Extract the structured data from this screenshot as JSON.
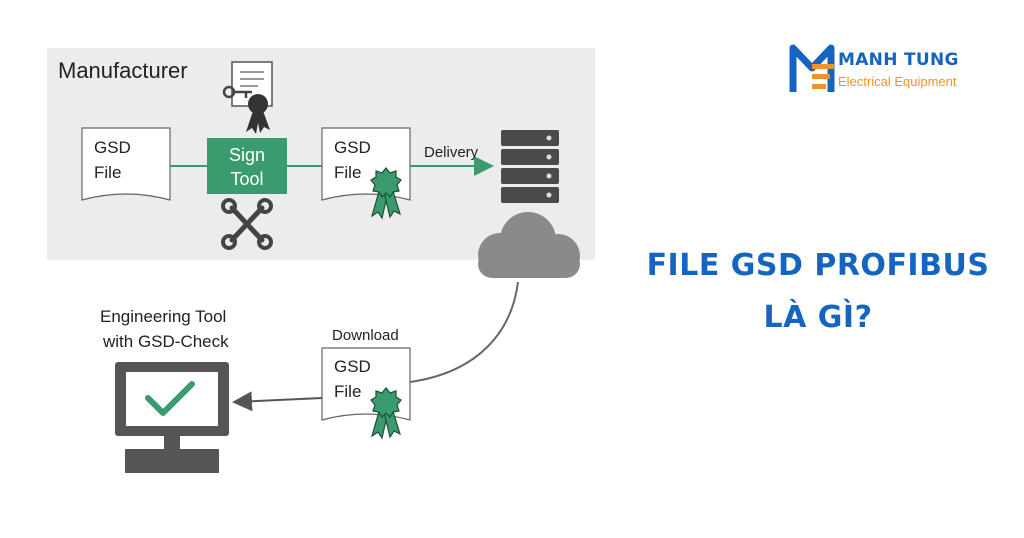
{
  "diagram": {
    "manufacturer_label": "Manufacturer",
    "gsd_source": {
      "line1": "GSD",
      "line2": "File"
    },
    "sign_tool": {
      "line1": "Sign",
      "line2": "Tool"
    },
    "gsd_signed": {
      "line1": "GSD",
      "line2": "File"
    },
    "delivery_label": "Delivery",
    "download_label": "Download",
    "gsd_download": {
      "line1": "GSD",
      "line2": "File"
    },
    "engineering_tool": {
      "line1": "Engineering Tool",
      "line2": "with GSD-Check"
    }
  },
  "headline": {
    "line1": "FILE GSD PROFIBUS",
    "line2": "LÀ GÌ?"
  },
  "brand": {
    "name": "MANH TUNG",
    "tagline": "Electrical Equipment"
  },
  "colors": {
    "accent_green": "#3a9c6e",
    "headline_blue": "#1565c0",
    "brand_orange": "#f0932b",
    "panel_gray": "#ececec",
    "icon_gray": "#555555"
  }
}
